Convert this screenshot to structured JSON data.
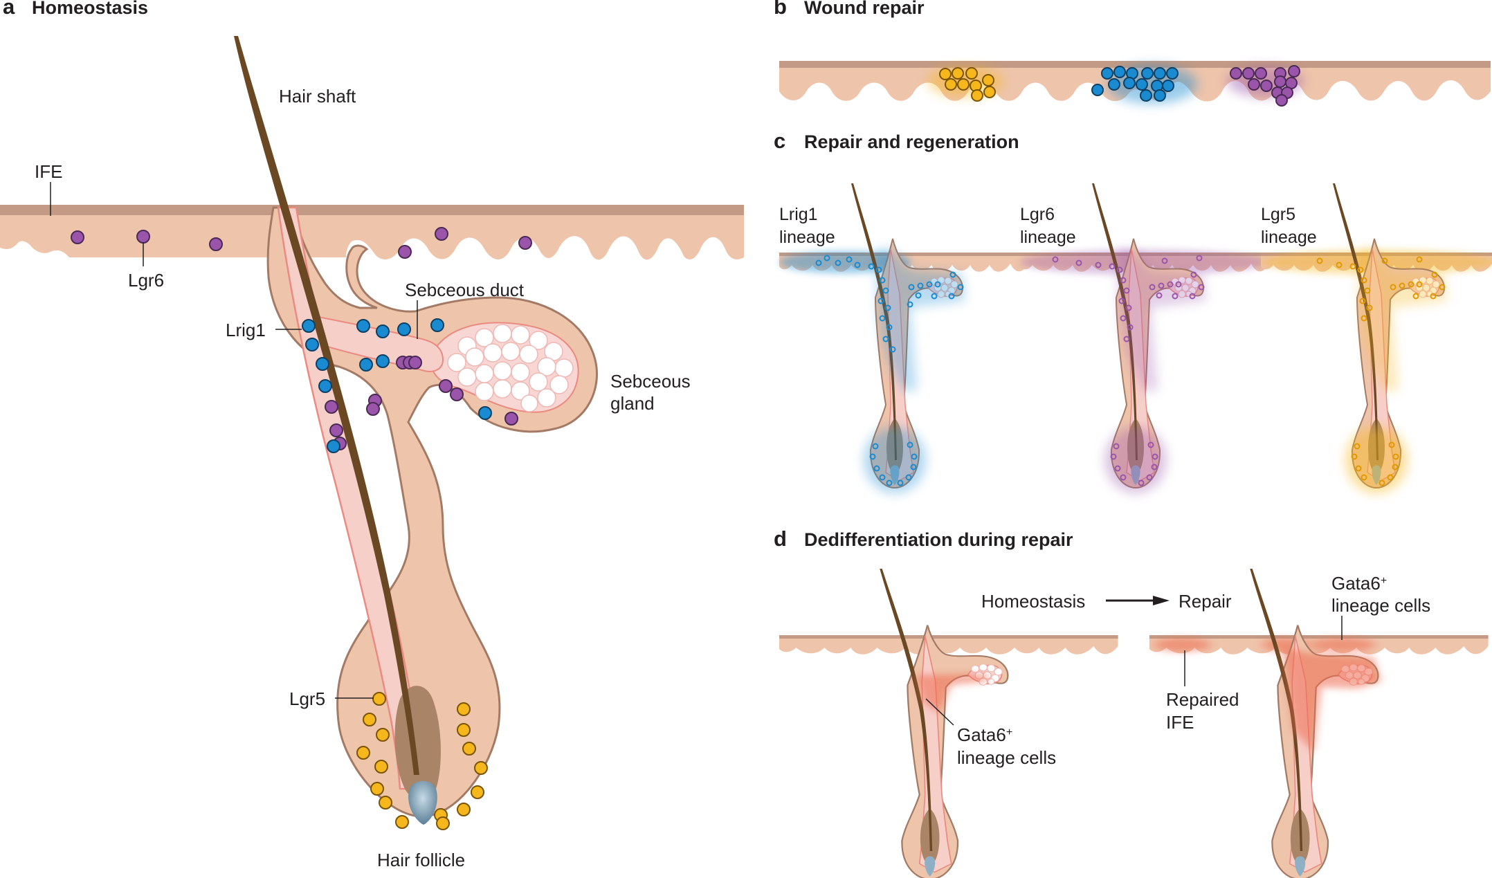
{
  "colors": {
    "epidermis": "#eec4ab",
    "stratum": "#c29a85",
    "outline": "#a27a65",
    "inner_sheath": "#f7cfc9",
    "sheath_line": "#ea8a80",
    "hair": "#6b4824",
    "dermal_papilla": "#8fb0c4",
    "lrig1": "#1a8bd0",
    "lgr6": "#9a55ab",
    "lgr5": "#f6b71c",
    "gata6": "#ee6b50"
  },
  "panel_a": {
    "letter": "a",
    "title": "Homeostasis",
    "labels": {
      "hair_shaft": "Hair shaft",
      "ife": "IFE",
      "lgr6": "Lgr6",
      "lrig1": "Lrig1",
      "sebceous_duct": "Sebceous duct",
      "sebceous_gland_line1": "Sebceous",
      "sebceous_gland_line2": "gland",
      "lgr5": "Lgr5",
      "hair_follicle": "Hair follicle"
    }
  },
  "panel_b": {
    "letter": "b",
    "title": "Wound repair"
  },
  "panel_c": {
    "letter": "c",
    "title": "Repair and regeneration",
    "lineages": [
      {
        "name": "Lrig1",
        "suffix": "lineage"
      },
      {
        "name": "Lgr6",
        "suffix": "lineage"
      },
      {
        "name": "Lgr5",
        "suffix": "lineage"
      }
    ]
  },
  "panel_d": {
    "letter": "d",
    "title": "Dedifferentiation during repair",
    "homeostasis": "Homeostasis",
    "repair": "Repair",
    "gata6_left_line1": "Gata6",
    "gata6_left_line2": "lineage cells",
    "gata6_right_line1": "Gata6",
    "gata6_right_line2": "lineage cells",
    "superscript": "+",
    "repaired_ife_line1": "Repaired",
    "repaired_ife_line2": "IFE"
  }
}
